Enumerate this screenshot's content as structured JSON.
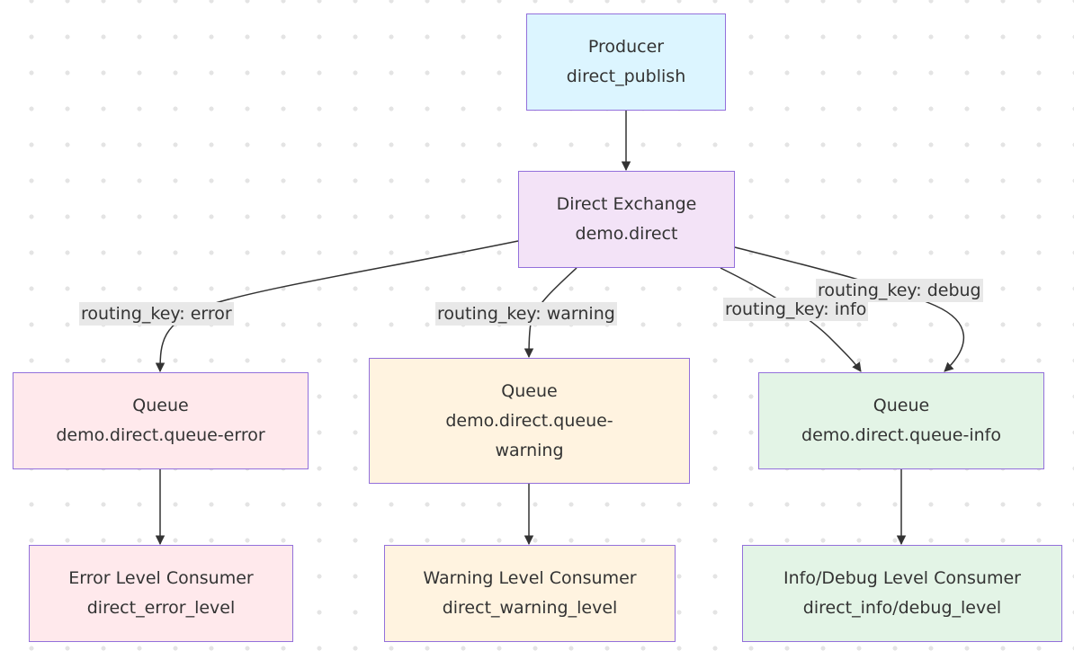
{
  "colors": {
    "producer_fill": "#dcf5ff",
    "exchange_fill": "#f3e3f7",
    "error_fill": "#ffe9ec",
    "warning_fill": "#fff3e0",
    "info_fill": "#e3f4e6",
    "node_border": "#9370DB",
    "edge_stroke": "#333333",
    "label_bg": "#e8e8e8",
    "background_dot": "#e4e4e4"
  },
  "nodes": {
    "producer": {
      "line1": "Producer",
      "line2": "direct_publish"
    },
    "exchange": {
      "line1": "Direct Exchange",
      "line2": "demo.direct"
    },
    "queue_error": {
      "line1": "Queue",
      "line2": "demo.direct.queue-error"
    },
    "queue_warning": {
      "line1": "Queue",
      "line2": "demo.direct.queue-",
      "line3": "warning"
    },
    "queue_info": {
      "line1": "Queue",
      "line2": "demo.direct.queue-info"
    },
    "consumer_error": {
      "line1": "Error Level Consumer",
      "line2": "direct_error_level"
    },
    "consumer_warning": {
      "line1": "Warning Level Consumer",
      "line2": "direct_warning_level"
    },
    "consumer_info": {
      "line1": "Info/Debug Level Consumer",
      "line2": "direct_info/debug_level"
    }
  },
  "edge_labels": {
    "error": "routing_key: error",
    "warning": "routing_key: warning",
    "info": "routing_key: info",
    "debug": "routing_key: debug"
  }
}
